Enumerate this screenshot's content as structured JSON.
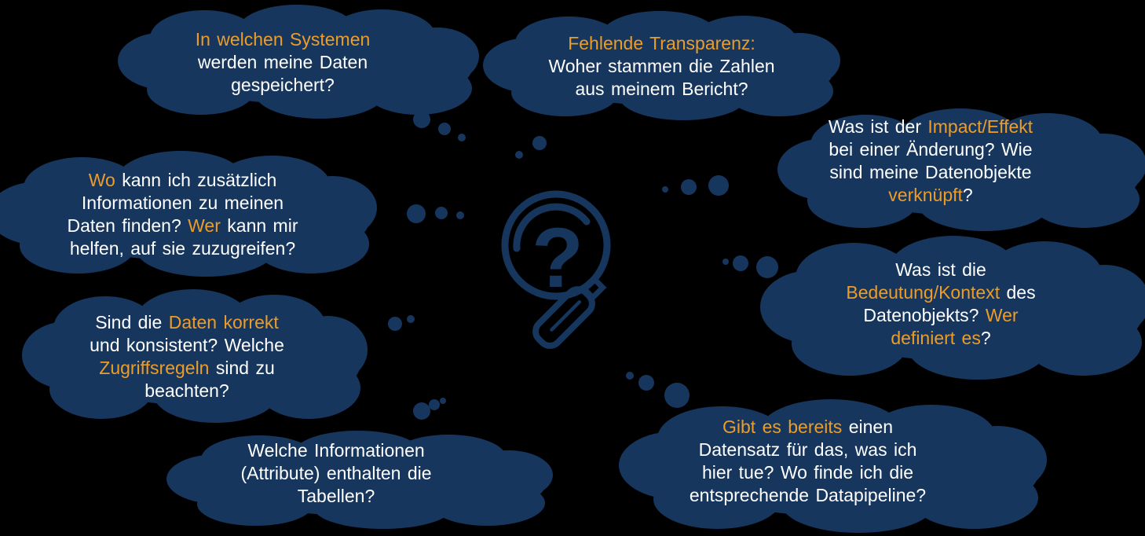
{
  "colors": {
    "background": "#000000",
    "cloud": "#17365D",
    "text": "#FFFFFF",
    "accent": "#EC9D28"
  },
  "icon": {
    "name": "magnifier-question",
    "glyph": "?"
  },
  "clouds": [
    {
      "name": "systems",
      "lines": [
        [
          {
            "t": "In welchen Systemen",
            "c": "accent"
          }
        ],
        [
          {
            "t": "werden meine Daten",
            "c": "base"
          }
        ],
        [
          {
            "t": "gespeichert?",
            "c": "base"
          }
        ]
      ]
    },
    {
      "name": "transparency",
      "lines": [
        [
          {
            "t": "Fehlende Transparenz:",
            "c": "accent"
          }
        ],
        [
          {
            "t": "Woher stammen die Zahlen",
            "c": "base"
          }
        ],
        [
          {
            "t": "aus meinem Bericht?",
            "c": "base"
          }
        ]
      ]
    },
    {
      "name": "impact",
      "lines": [
        [
          {
            "t": "Was ist der ",
            "c": "base"
          },
          {
            "t": "Impact/Effekt",
            "c": "accent"
          }
        ],
        [
          {
            "t": "bei einer Änderung? Wie",
            "c": "base"
          }
        ],
        [
          {
            "t": "sind meine Datenobjekte",
            "c": "base"
          }
        ],
        [
          {
            "t": "verknüpft",
            "c": "accent"
          },
          {
            "t": "?",
            "c": "base"
          }
        ]
      ]
    },
    {
      "name": "sources",
      "lines": [
        [
          {
            "t": "Wo ",
            "c": "accent"
          },
          {
            "t": "kann ich zusätzlich",
            "c": "base"
          }
        ],
        [
          {
            "t": "Informationen zu meinen",
            "c": "base"
          }
        ],
        [
          {
            "t": "Daten finden? ",
            "c": "base"
          },
          {
            "t": "Wer ",
            "c": "accent"
          },
          {
            "t": "kann mir",
            "c": "base"
          }
        ],
        [
          {
            "t": "helfen, auf sie zuzugreifen?",
            "c": "base"
          }
        ]
      ]
    },
    {
      "name": "meaning",
      "lines": [
        [
          {
            "t": "Was ist die",
            "c": "base"
          }
        ],
        [
          {
            "t": "Bedeutung/Kontext ",
            "c": "accent"
          },
          {
            "t": "des",
            "c": "base"
          }
        ],
        [
          {
            "t": "Datenobjekts? ",
            "c": "base"
          },
          {
            "t": "Wer",
            "c": "accent"
          }
        ],
        [
          {
            "t": "definiert es",
            "c": "accent"
          },
          {
            "t": "?",
            "c": "base"
          }
        ]
      ]
    },
    {
      "name": "quality",
      "lines": [
        [
          {
            "t": "Sind die ",
            "c": "base"
          },
          {
            "t": "Daten korrekt",
            "c": "accent"
          }
        ],
        [
          {
            "t": "und konsistent? Welche",
            "c": "base"
          }
        ],
        [
          {
            "t": "Zugriffsregeln ",
            "c": "accent"
          },
          {
            "t": "sind zu",
            "c": "base"
          }
        ],
        [
          {
            "t": "beachten?",
            "c": "base"
          }
        ]
      ]
    },
    {
      "name": "attributes",
      "lines": [
        [
          {
            "t": "Welche Informationen",
            "c": "base"
          }
        ],
        [
          {
            "t": "(Attribute) enthalten die",
            "c": "base"
          }
        ],
        [
          {
            "t": "Tabellen?",
            "c": "base"
          }
        ]
      ]
    },
    {
      "name": "dataset",
      "lines": [
        [
          {
            "t": "Gibt es bereits ",
            "c": "accent"
          },
          {
            "t": "einen",
            "c": "base"
          }
        ],
        [
          {
            "t": "Datensatz für das, was ich",
            "c": "base"
          }
        ],
        [
          {
            "t": "hier tue? Wo finde ich die",
            "c": "base"
          }
        ],
        [
          {
            "t": "entsprechende Datapipeline?",
            "c": "base"
          }
        ]
      ]
    }
  ]
}
